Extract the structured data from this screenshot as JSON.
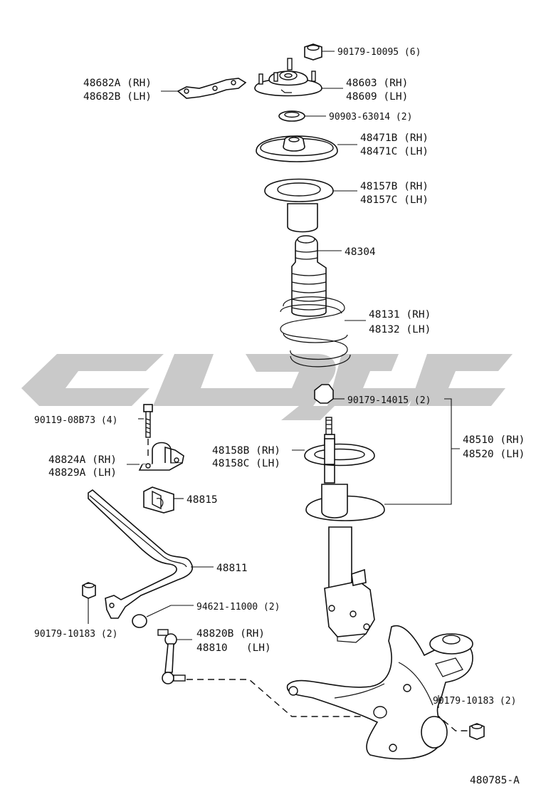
{
  "diagram": {
    "watermark_color": "#c9c9c9",
    "line_color": "#111111",
    "footer_code": "480785-A",
    "callouts": {
      "nut_top": "90179-10095 (6)",
      "bracket_rh": "48682A (RH)",
      "bracket_lh": "48682B (LH)",
      "mount_rh": "48603 (RH)",
      "mount_lh": "48609 (LH)",
      "bearing": "90903-63014 (2)",
      "seat_upper_rh": "48471B (RH)",
      "seat_upper_lh": "48471C (LH)",
      "insulator_rh": "48157B (RH)",
      "insulator_lh": "48157C (LH)",
      "bumper": "48304",
      "spring_rh": "48131 (RH)",
      "spring_lh": "48132 (LH)",
      "nut_piston": "90179-14015 (2)",
      "bolt_bracket": "90119-08B73 (4)",
      "stab_bracket_rh": "48824A (RH)",
      "stab_bracket_lh": "48829A (LH)",
      "seat_lower_rh": "48158B (RH)",
      "seat_lower_lh": "48158C (LH)",
      "absorber_rh": "48510 (RH)",
      "absorber_lh": "48520 (LH)",
      "bushing": "48815",
      "stabilizer_bar": "48811",
      "washer": "94621-11000 (2)",
      "nut_link_left": "90179-10183 (2)",
      "link_rh": "48820B (RH)",
      "link_lh": "48810   (LH)",
      "nut_link_right": "90179-10183 (2)"
    }
  }
}
